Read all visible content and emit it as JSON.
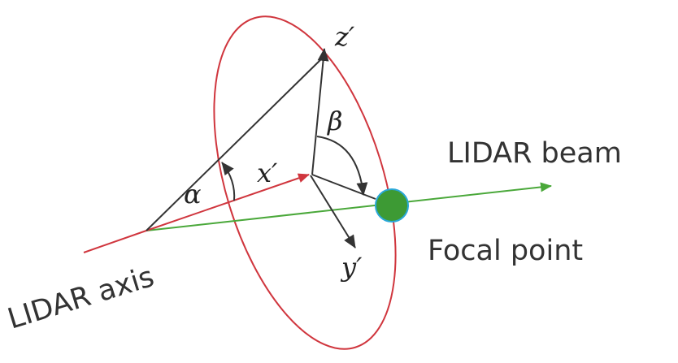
{
  "labels": {
    "lidar_beam": "LIDAR beam",
    "focal_point": "Focal point",
    "lidar_axis": "LIDAR axis",
    "x_prime": "x′",
    "y_prime": "y′",
    "z_prime": "z′",
    "alpha": "α",
    "beta": "β"
  },
  "colors": {
    "ellipse": "#d0363e",
    "lidar_axis": "#d0363e",
    "beam": "#4aa83a",
    "focal_point_fill": "#3d9a34",
    "focal_point_stroke": "#2aa8d8",
    "vector": "#333333"
  }
}
